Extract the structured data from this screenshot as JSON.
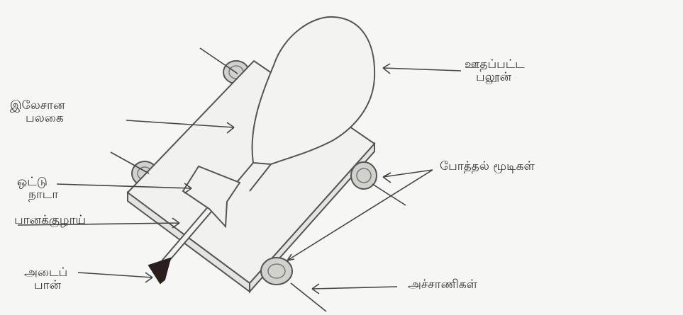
{
  "labels": {
    "balloon": {
      "line1": "ஊதப்பட்ட",
      "line2": "பலூன்"
    },
    "board": {
      "line1": "இலேசான",
      "line2": "பலகை"
    },
    "tape": {
      "line1": "ஒட்டு",
      "line2": "நாடா"
    },
    "straw": {
      "line1": "பானக்குழாய்"
    },
    "rubber": {
      "line1": "அடைப்",
      "line2": "பான்"
    },
    "wheels": {
      "line1": "போத்தல் மூடிகள்"
    },
    "axle": {
      "line1": "அச்சாணிகள்"
    }
  },
  "colors": {
    "paper": "#f6f6f5",
    "pencil": "#555555",
    "wheel_fill": "#d2d2cc",
    "stopper": "#2a1f1c"
  }
}
